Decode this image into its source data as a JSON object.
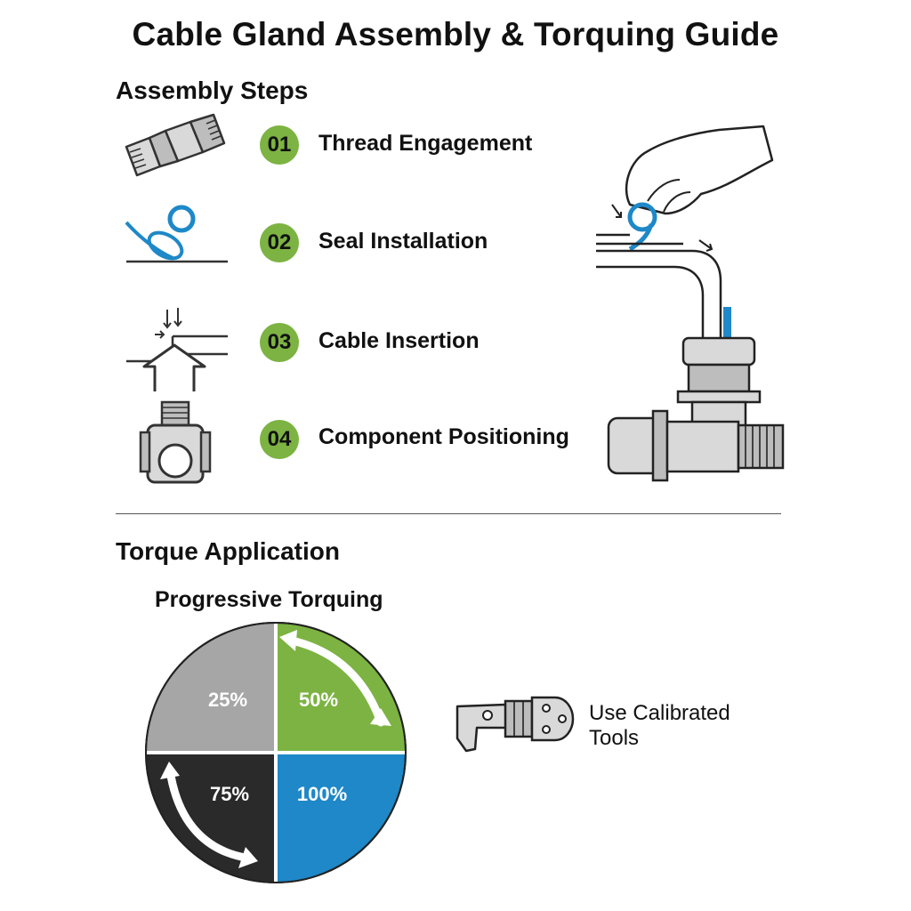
{
  "title": "Cable Gland Assembly & Torquing Guide",
  "assembly": {
    "heading": "Assembly Steps",
    "steps": [
      {
        "number": "01",
        "label": "Thread Engagement"
      },
      {
        "number": "02",
        "label": "Seal Installation"
      },
      {
        "number": "03",
        "label": "Cable Insertion"
      },
      {
        "number": "04",
        "label": "Component Positioning"
      }
    ]
  },
  "torque": {
    "heading": "Torque Application",
    "tool_label_line1": "Use Calibrated",
    "tool_label_line2": "Tools"
  },
  "chart_data": {
    "type": "pie",
    "title": "Progressive Torquing",
    "slices": [
      {
        "label": "25%",
        "value": 25,
        "color": "#a6a6a6"
      },
      {
        "label": "50%",
        "value": 25,
        "color": "#7cb342"
      },
      {
        "label": "75%",
        "value": 25,
        "color": "#2a2a2a"
      },
      {
        "label": "100%",
        "value": 25,
        "color": "#1e88c8"
      }
    ]
  },
  "colors": {
    "accent_green": "#7cb342",
    "accent_blue": "#1e88c8",
    "grey": "#a6a6a6",
    "dark": "#2a2a2a"
  }
}
